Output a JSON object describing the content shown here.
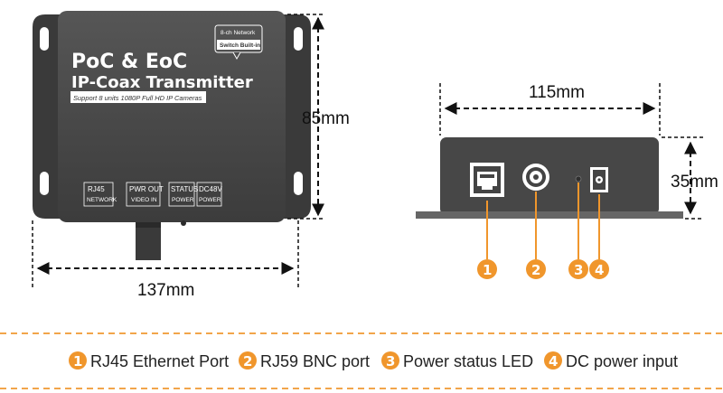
{
  "colors": {
    "device_body": "#4a4a4a",
    "device_dark": "#333333",
    "accent_orange": "#f0962c",
    "dash_orange": "#f2a54a",
    "dimension_line": "#111111"
  },
  "device_label": {
    "title_line1": "PoC & EoC",
    "title_line2": "IP-Coax Transmitter",
    "subtitle": "Support 8 units 1080P Full HD IP Cameras",
    "callout_line1": "8-ch Network",
    "callout_line2": "Switch Built-in"
  },
  "front_ports": [
    {
      "top": "RJ45",
      "bottom": "NETWORK"
    },
    {
      "top": "PWR OUT",
      "bottom": "VIDEO IN"
    },
    {
      "top": "STATUS",
      "bottom": "POWER"
    },
    {
      "top": "DC48V",
      "bottom": "POWER"
    }
  ],
  "dimensions": {
    "height": "85mm",
    "length": "137mm",
    "width": "115mm",
    "depth": "35mm"
  },
  "callout_numbers": [
    "1",
    "2",
    "3",
    "4"
  ],
  "legend": [
    {
      "num": "1",
      "label": "RJ45 Ethernet Port"
    },
    {
      "num": "2",
      "label": "RJ59 BNC port"
    },
    {
      "num": "3",
      "label": "Power status LED"
    },
    {
      "num": "4",
      "label": "DC power input"
    }
  ]
}
